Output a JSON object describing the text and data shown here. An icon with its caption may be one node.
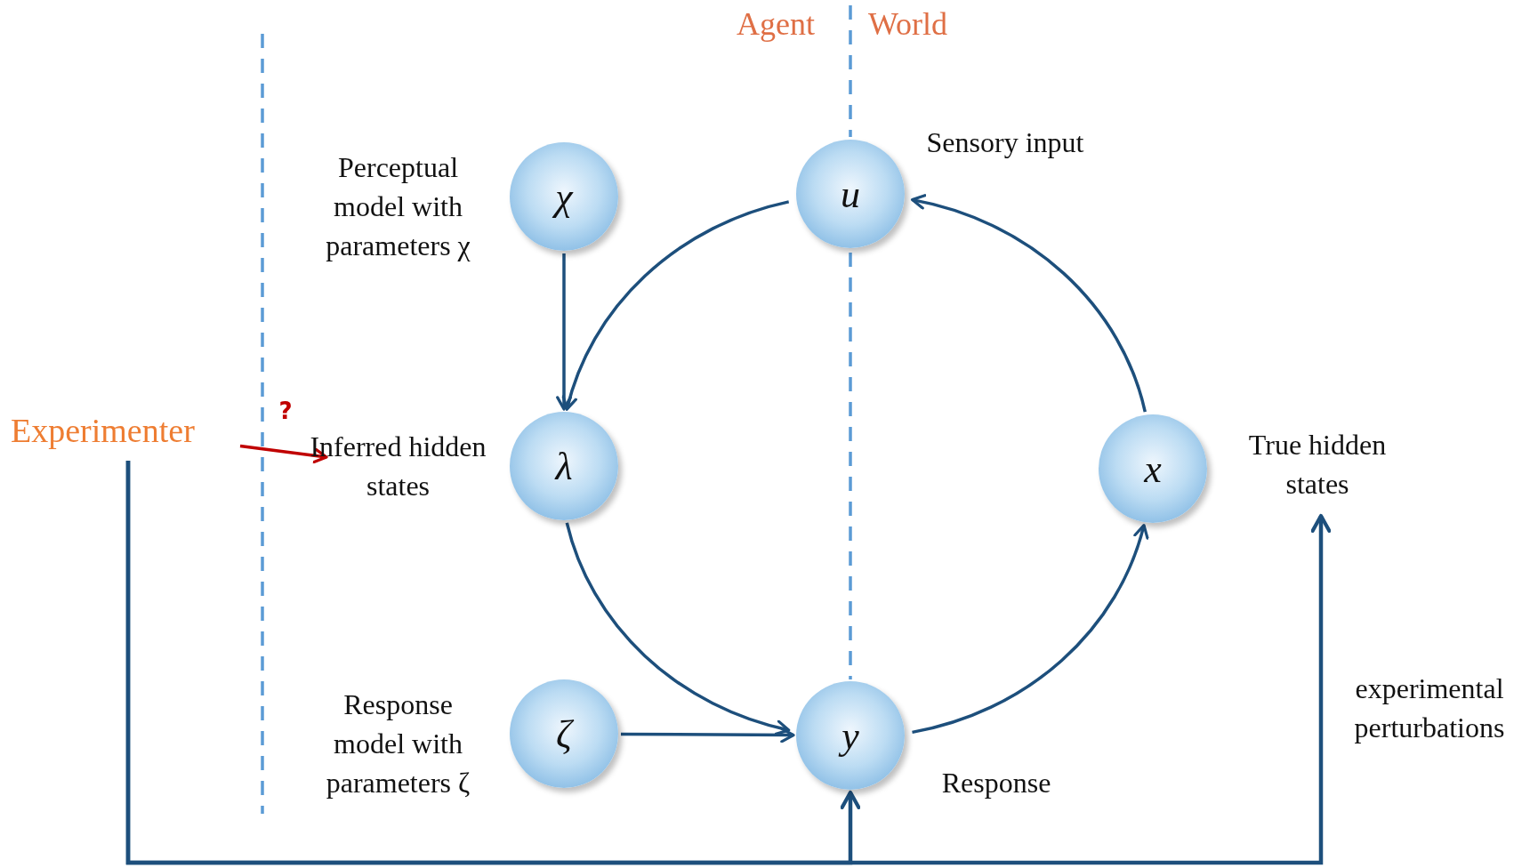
{
  "diagram": {
    "nodes": [
      {
        "text": [
          "χ"
        ],
        "beside": [
          "Perceptual model with parameters χ"
        ]
      },
      {
        "text": [
          "u"
        ],
        "beside": [
          "Sensory input"
        ]
      },
      {
        "text": [
          "Experimenter"
        ]
      },
      {
        "text": [
          "λ"
        ],
        "beside": [
          "Inferred hidden states"
        ]
      },
      {
        "text": [
          "x"
        ],
        "beside": [
          "True hidden states"
        ]
      },
      {
        "text": [
          "ζ"
        ],
        "beside": [
          "Response model with parameters ζ"
        ]
      },
      {
        "text": [
          "y"
        ],
        "beside": [
          "Response"
        ]
      }
    ],
    "edges": [
      {
        "from": 0,
        "to": 3,
        "arrow": "to"
      },
      {
        "from": 1,
        "to": 3,
        "arrow": "to"
      },
      {
        "from": 3,
        "to": 6,
        "arrow": "to"
      },
      {
        "from": 5,
        "to": 6,
        "arrow": "to"
      },
      {
        "from": 6,
        "to": 4,
        "arrow": "to"
      },
      {
        "from": 4,
        "to": 1,
        "arrow": "to"
      },
      {
        "from": 2,
        "to": 3,
        "arrow": "to",
        "label": "?",
        "color": "#c00000"
      },
      {
        "from": 2,
        "to": 6,
        "arrow": "to"
      },
      {
        "from": 2,
        "to": 4,
        "arrow": "to",
        "label": "experimental perturbations"
      }
    ],
    "labels": [
      "Agent",
      "World"
    ]
  }
}
